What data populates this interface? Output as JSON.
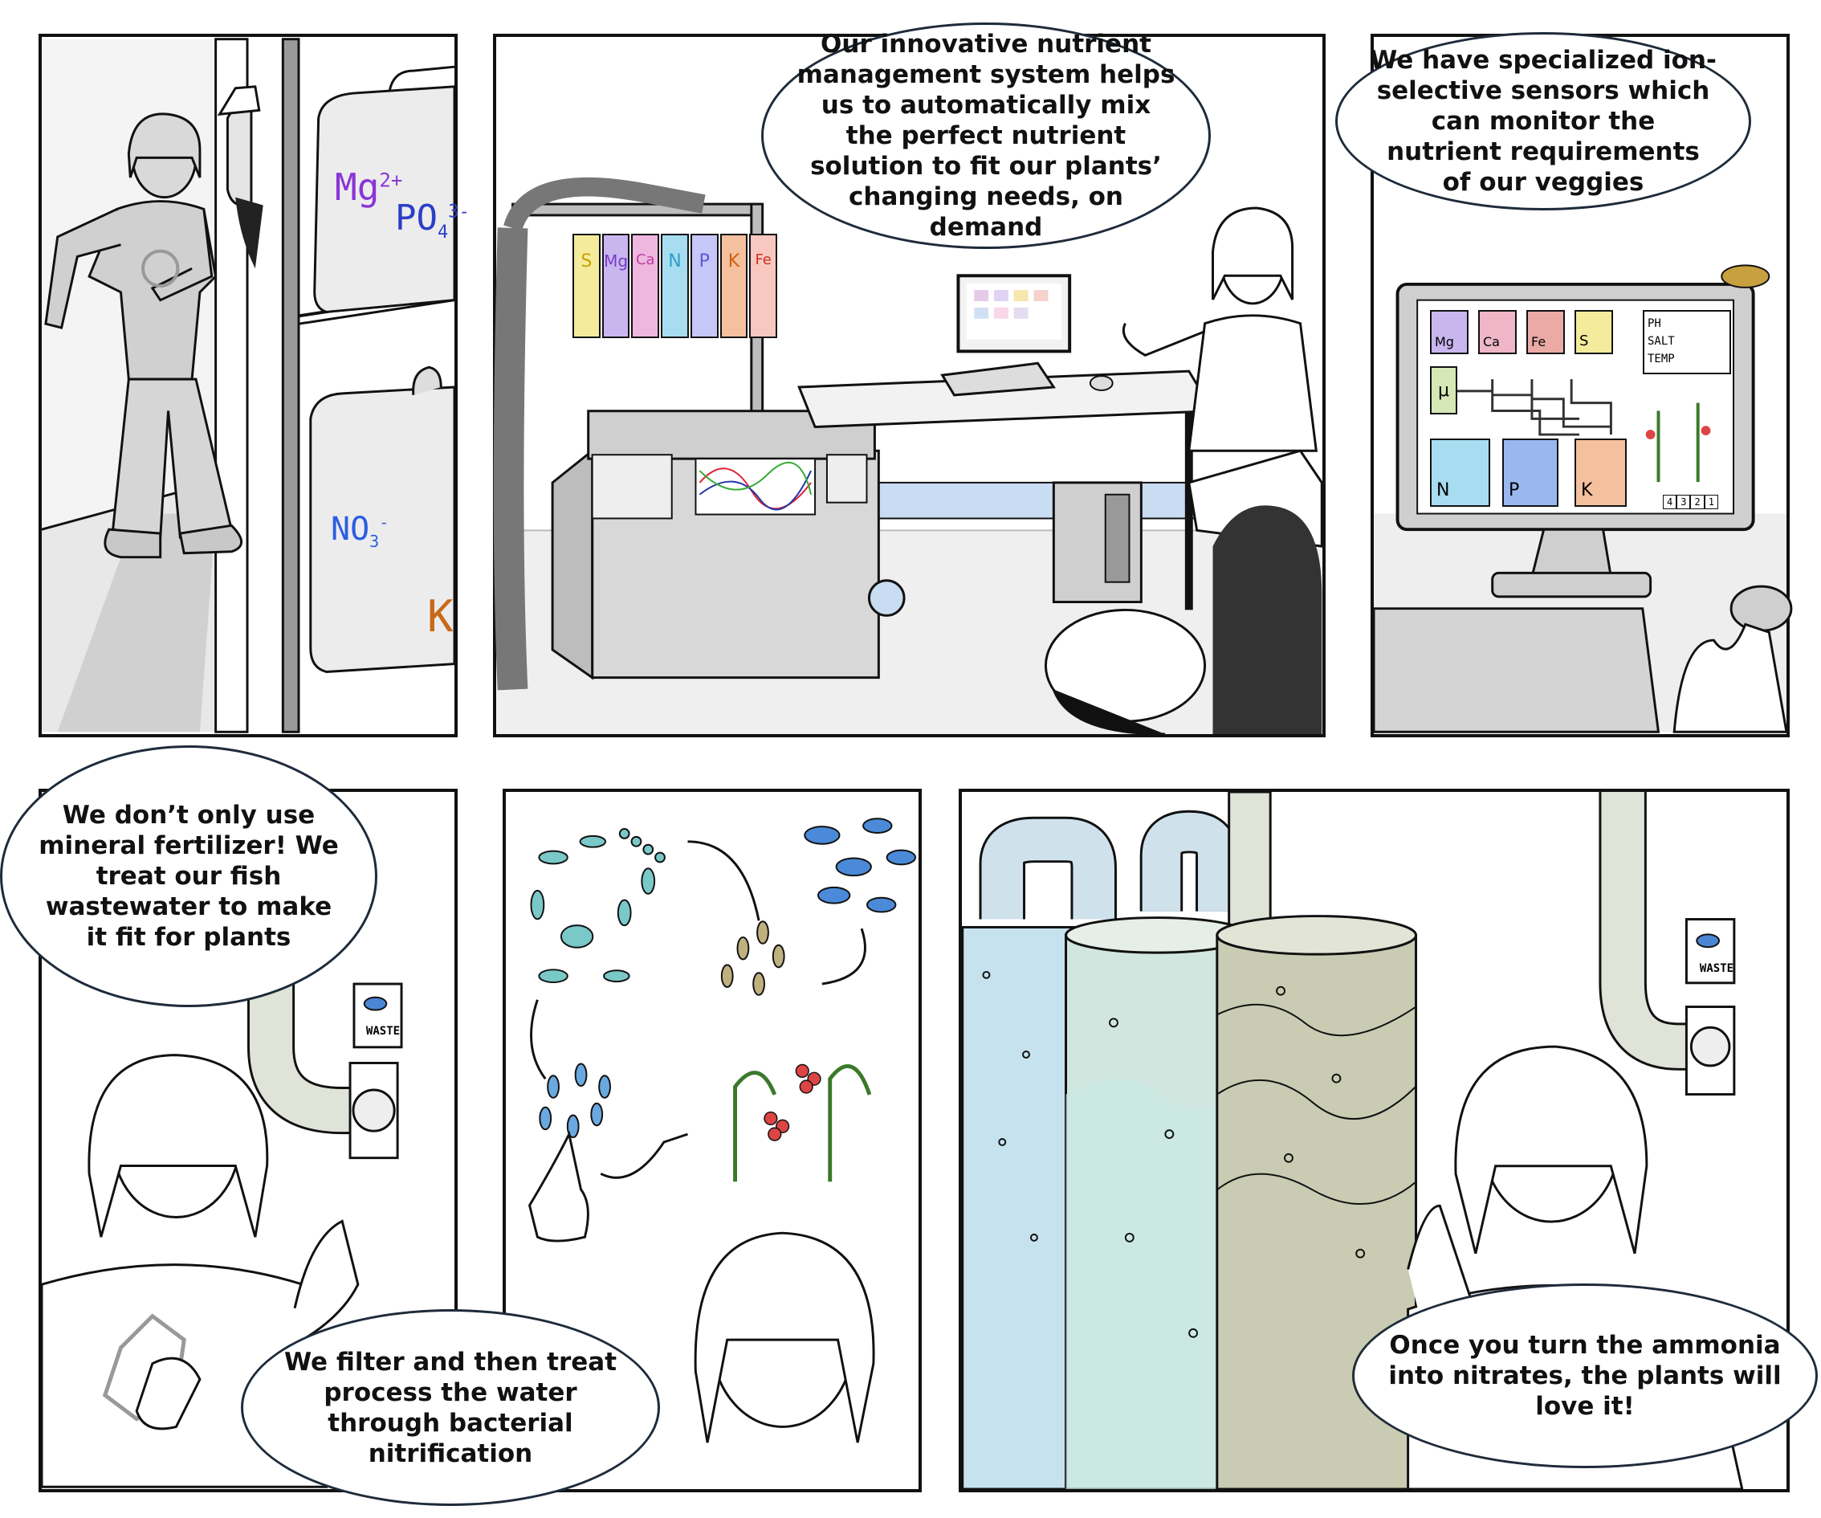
{
  "bubbles": {
    "nutrient_system": "Our innovative nutrient management system helps us to automatically mix the perfect nutrient solution to fit our plants’ changing needs, on demand",
    "sensors": "We have specialized ion-selective sensors which can monitor the nutrient requirements of our veggies",
    "fertilizer": "We don’t only use mineral fertilizer! We treat our fish wastewater to make it fit for plants",
    "filter": "We filter and then treat process the water through bacterial nitrification",
    "nitrates": "Once you turn the ammonia into nitrates, the plants will love it!"
  },
  "panel1": {
    "mg": "Mg",
    "mg_sup": "2+",
    "po": "PO",
    "po_sub": "4",
    "po_sup": "3-",
    "no": "NO",
    "no_sub": "3",
    "no_sup": "-",
    "k": "K"
  },
  "panel2": {
    "dispensers": [
      "S",
      "Mg",
      "Ca",
      "N",
      "P",
      "K",
      "Fe"
    ]
  },
  "panel3": {
    "tiles": [
      "Mg",
      "Ca",
      "Fe",
      "S",
      "μ",
      "N",
      "P",
      "K"
    ],
    "readouts": [
      "PH",
      "SALT",
      "TEMP"
    ],
    "queue": [
      "4",
      "3",
      "2",
      "1"
    ]
  },
  "waste_sign_1": "WASTE",
  "waste_sign_2": "WASTE",
  "colors": {
    "mg": "#c9b6ef",
    "ca": "#efb6c8",
    "fe": "#ecaaa6",
    "s": "#f4ec9c",
    "n": "#a8dcf0",
    "p": "#9ab8f0",
    "k": "#f4c09e",
    "mu": "#d6e8b6",
    "tank_blue": "#c6e2ee",
    "tank_green": "#d2e6e0",
    "tank_olive": "#c9ccb2",
    "pipe": "#dfe3d8",
    "bubble_border": "#1e2b3a"
  }
}
